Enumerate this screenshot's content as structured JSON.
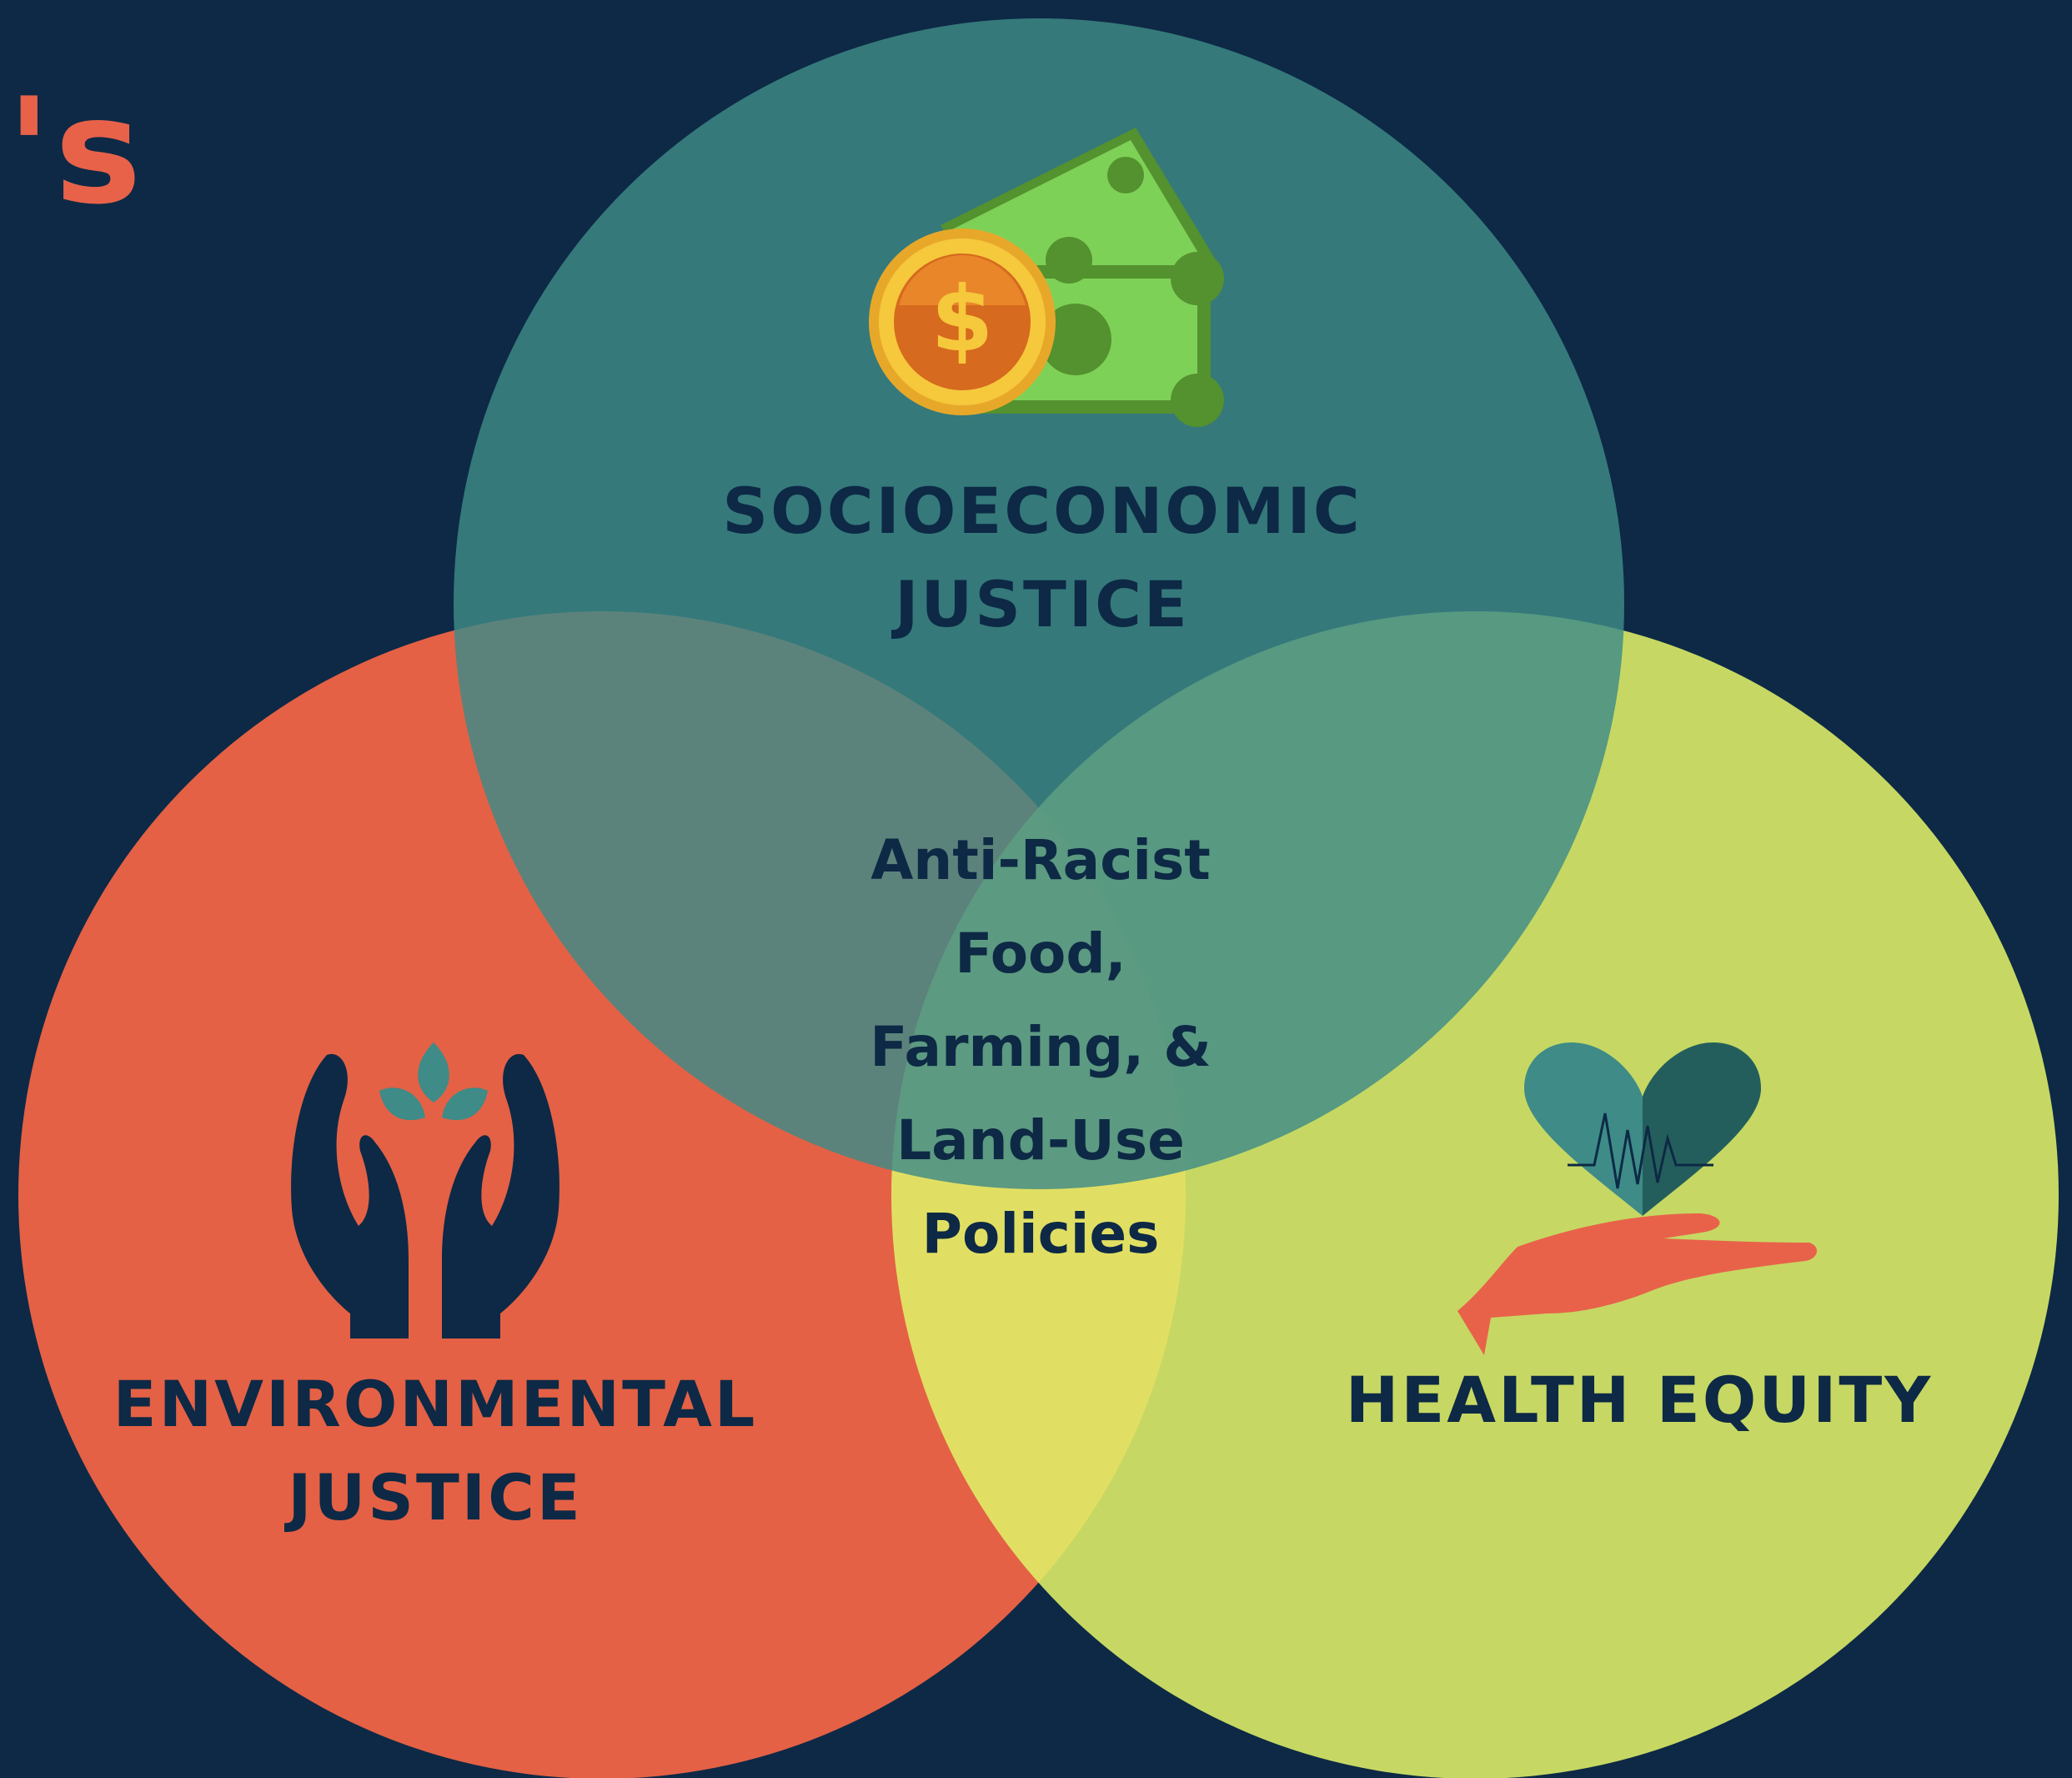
{
  "header_fragment": "'s",
  "colors": {
    "background": "#0d2945",
    "socioeconomic_circle": "#3e8b87",
    "environmental_circle": "#ed6446",
    "health_circle": "#e0f068",
    "text": "#0d2945",
    "accent": "#e8624a"
  },
  "circles": {
    "socioeconomic": {
      "line1": "SOCIOECONOMIC",
      "line2": "JUSTICE",
      "icon": "money-bill-coin-icon"
    },
    "environmental": {
      "line1": "ENVIRONMENTAL",
      "line2": "JUSTICE",
      "icon": "hands-holding-plant-icon"
    },
    "health": {
      "line1": "HEALTH EQUITY",
      "icon": "heart-in-hand-icon"
    }
  },
  "center": {
    "lines": [
      "Anti-Racist",
      "Food,",
      "Farming, &",
      "Land-Use",
      "Policies"
    ]
  }
}
